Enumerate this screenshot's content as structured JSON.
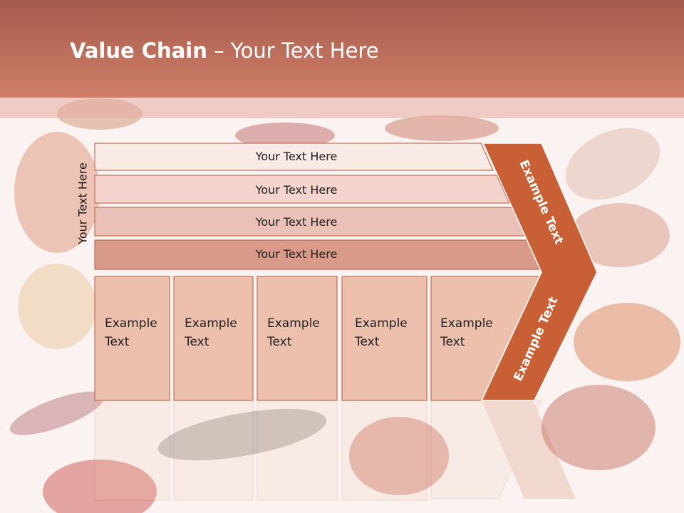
{
  "title": {
    "bold": "Value Chain",
    "rest": " – Your Text Here"
  },
  "side_label": "Your Text Here",
  "rows": [
    {
      "label": "Your Text Here",
      "color": "#faeae6"
    },
    {
      "label": "Your Text Here",
      "color": "#f3d5ce"
    },
    {
      "label": "Your Text Here",
      "color": "#ebc0b6"
    },
    {
      "label": "Your Text Here",
      "color": "#d99a8a"
    }
  ],
  "boxes": [
    {
      "line1": "Example",
      "line2": "Text"
    },
    {
      "line1": "Example",
      "line2": "Text"
    },
    {
      "line1": "Example",
      "line2": "Text"
    },
    {
      "line1": "Example",
      "line2": "Text"
    },
    {
      "line1": "Example",
      "line2": "Text"
    }
  ],
  "arrow_upper": "Example Text",
  "arrow_lower": "Example Text",
  "colors": {
    "header": "#c0705e",
    "arrow": "#c95f34",
    "box": "#ecc0ad",
    "border": "#b35a3e"
  }
}
